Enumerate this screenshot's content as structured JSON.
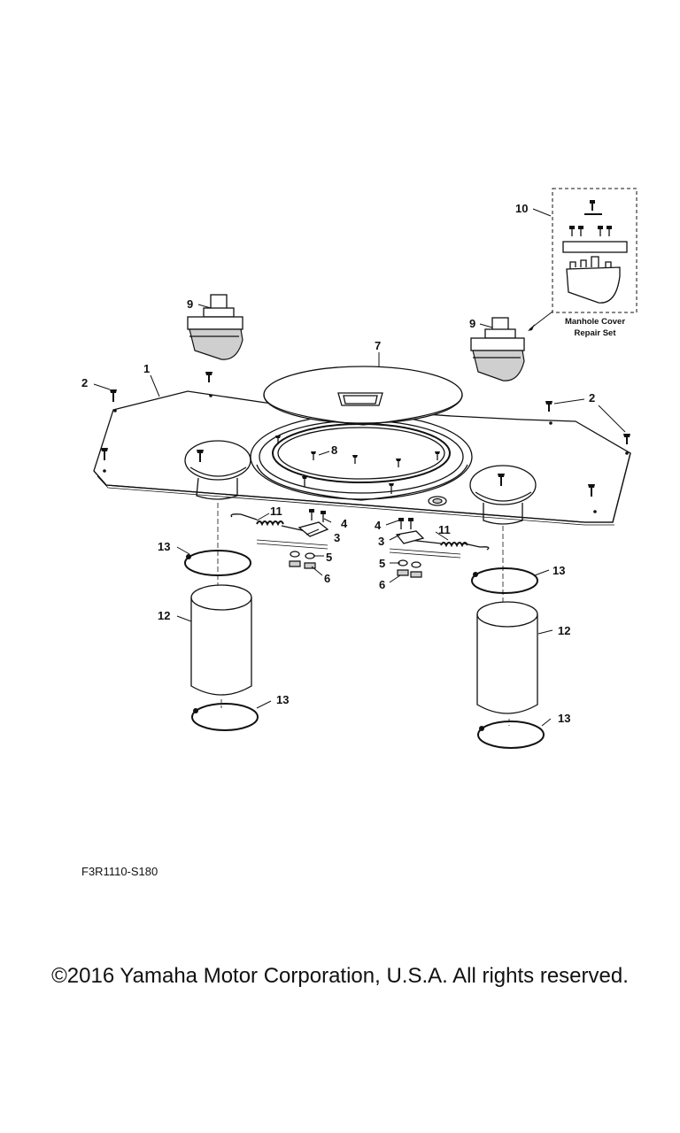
{
  "diagram": {
    "callouts": {
      "c1": "1",
      "c2a": "2",
      "c2b": "2",
      "c3a": "3",
      "c3b": "3",
      "c4a": "4",
      "c4b": "4",
      "c5a": "5",
      "c5b": "5",
      "c6a": "6",
      "c6b": "6",
      "c7": "7",
      "c8": "8",
      "c9a": "9",
      "c9b": "9",
      "c10": "10",
      "c11a": "11",
      "c11b": "11",
      "c12a": "12",
      "c12b": "12",
      "c13a": "13",
      "c13b": "13",
      "c13c": "13",
      "c13d": "13"
    },
    "kit_caption_line1": "Manhole Cover",
    "kit_caption_line2": "Repair Set"
  },
  "footer": {
    "part_code": "F3R1110-S180",
    "copyright": "©2016 Yamaha Motor Corporation, U.S.A. All rights reserved."
  }
}
